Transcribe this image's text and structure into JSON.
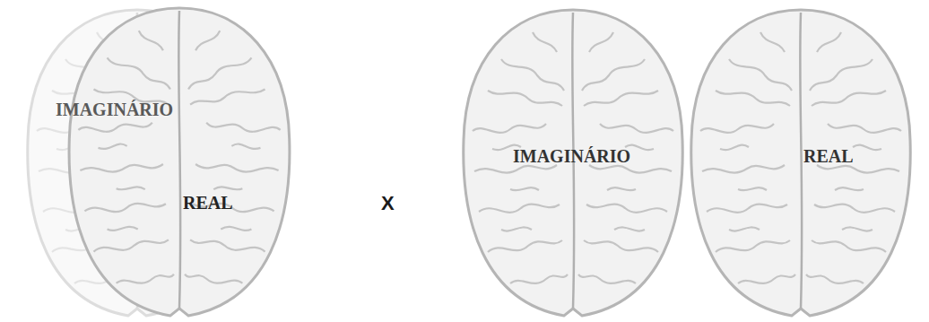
{
  "diagram": {
    "labels": [
      "IMAGINÁRIO",
      "REAL",
      "X",
      "IMAGINÁRIO",
      "REAL"
    ]
  }
}
